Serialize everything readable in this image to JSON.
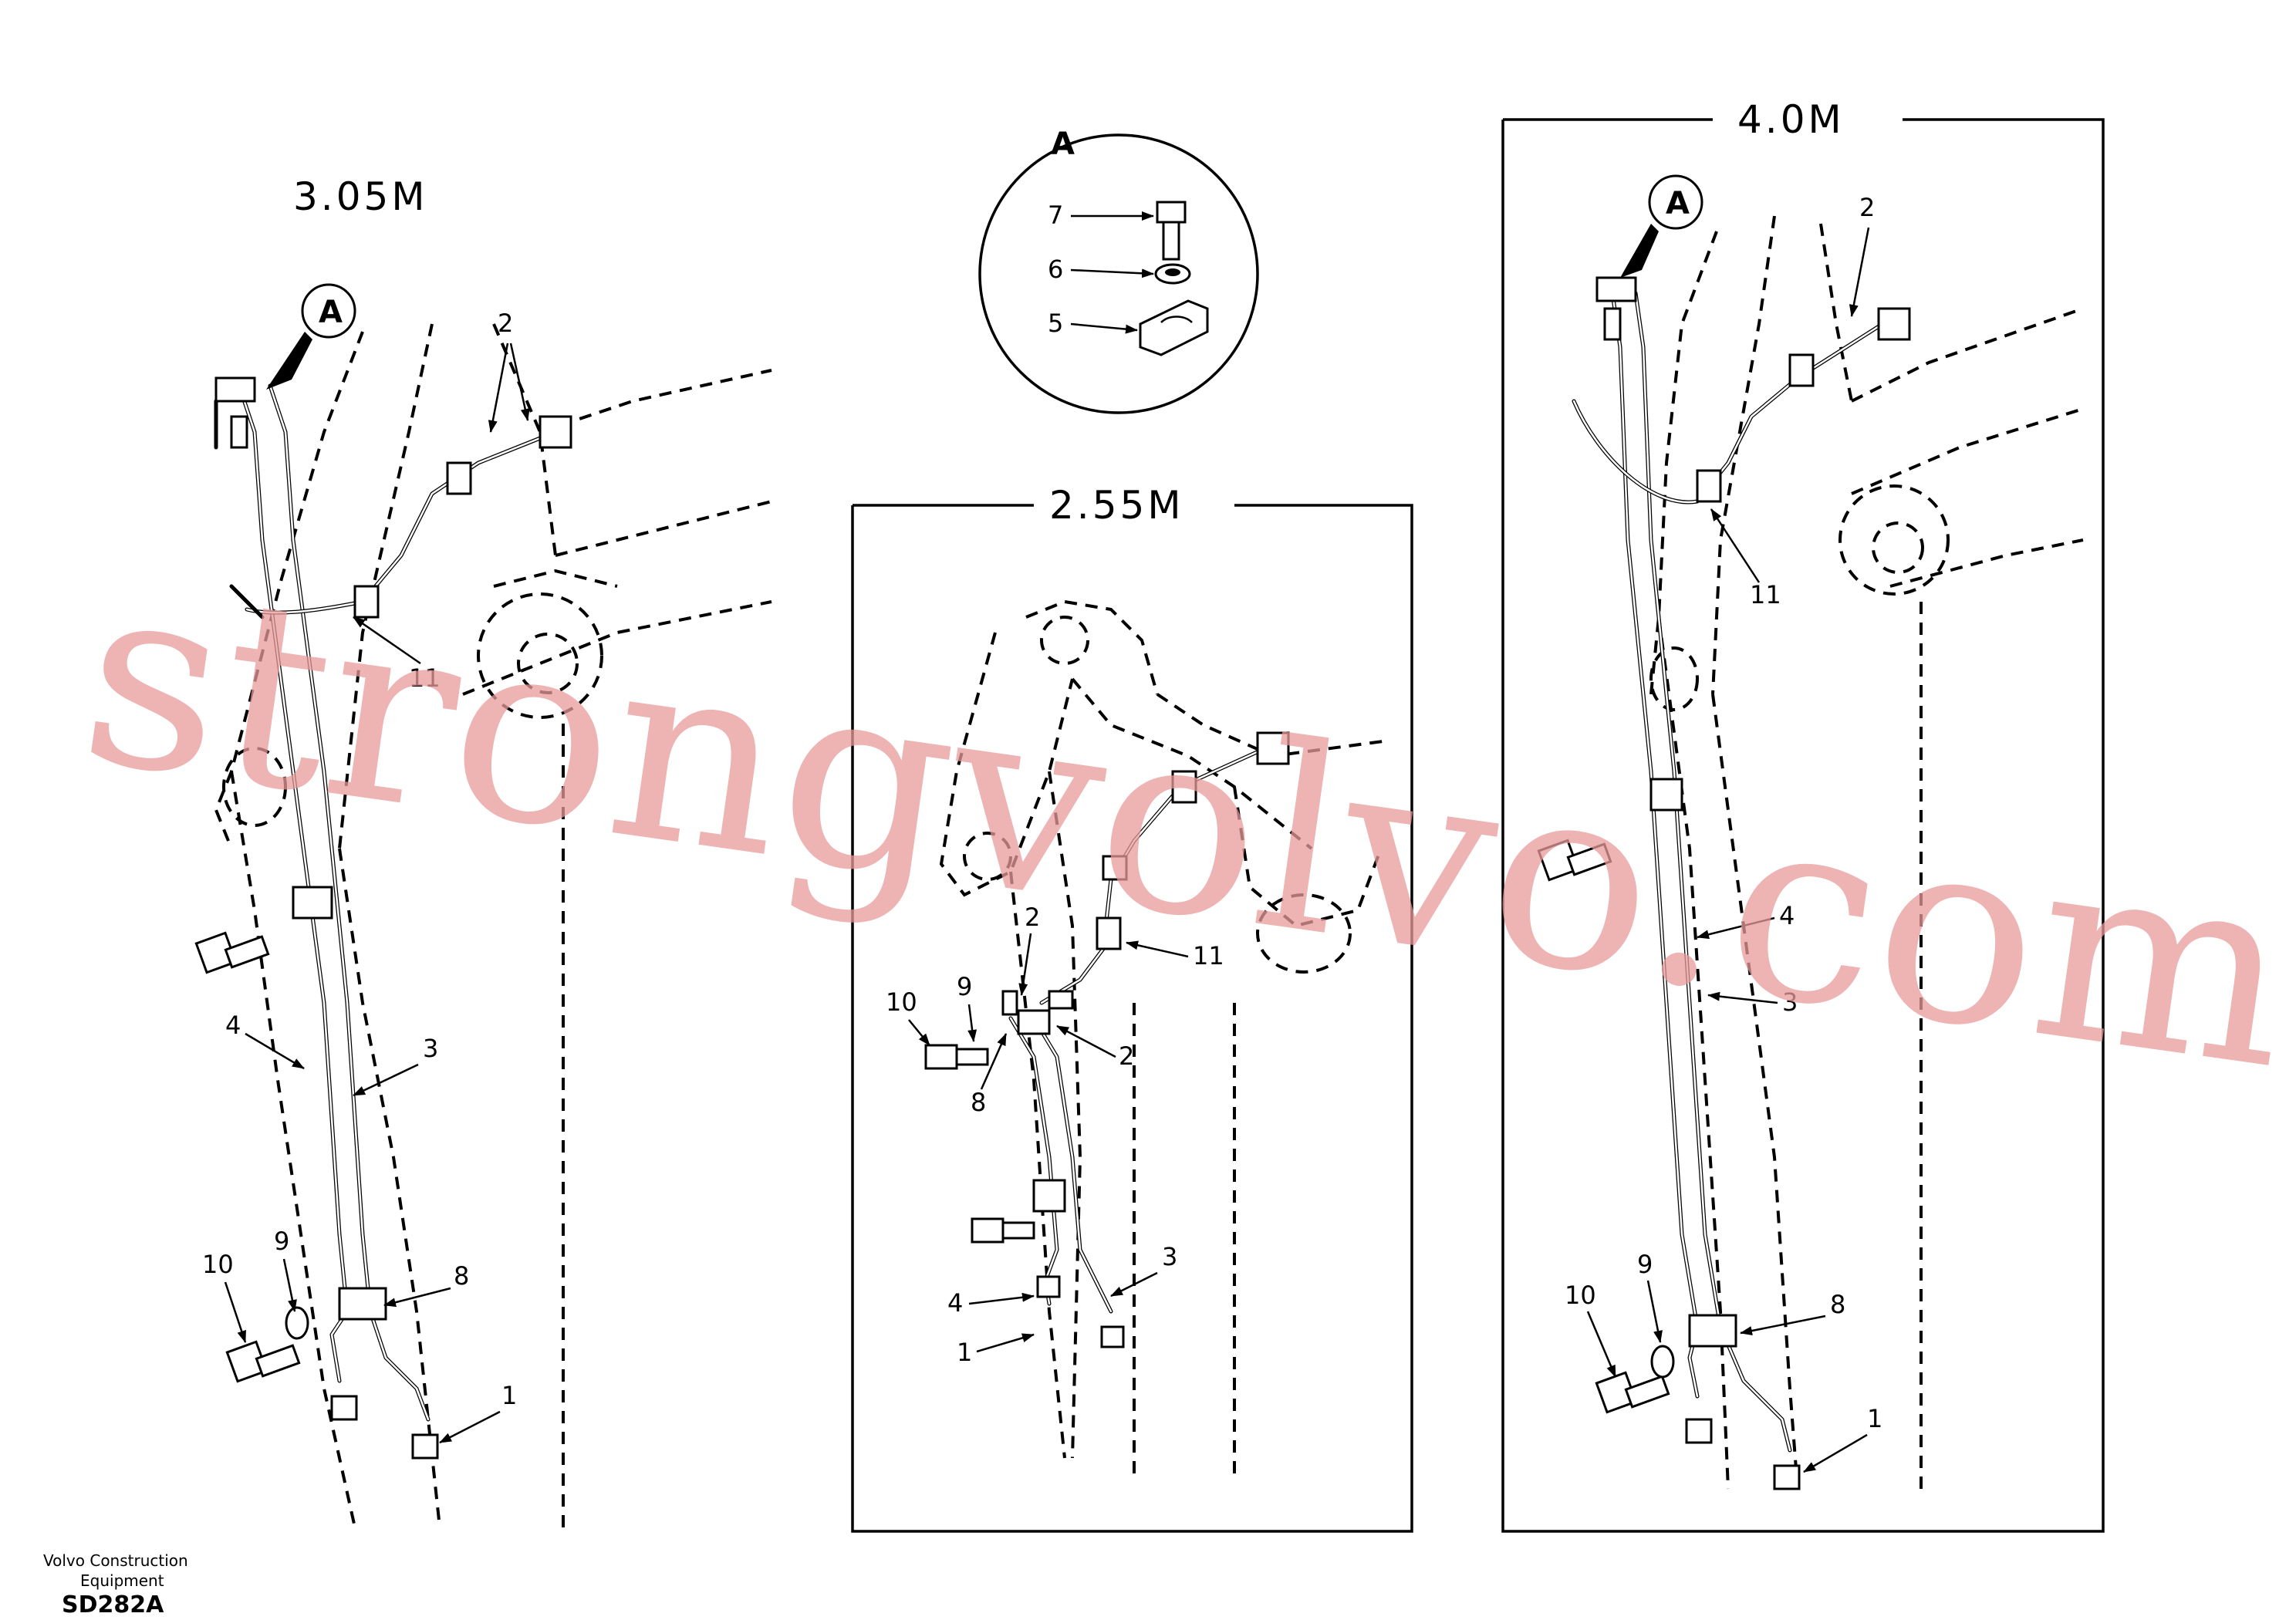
{
  "views": {
    "left": {
      "title": "3.05M"
    },
    "middle": {
      "title": "2.55M"
    },
    "right": {
      "title": "4.0M"
    }
  },
  "detail": {
    "label": "A",
    "items": [
      "7",
      "6",
      "5"
    ]
  },
  "labels": {
    "left": [
      "2",
      "11",
      "4",
      "3",
      "10",
      "9",
      "8",
      "1"
    ],
    "middle": [
      "2",
      "11",
      "10",
      "9",
      "2",
      "8",
      "3",
      "4",
      "1"
    ],
    "right": [
      "2",
      "11",
      "4",
      "3",
      "10",
      "9",
      "8",
      "1"
    ],
    "marker": "A"
  },
  "watermark": "strongvolvo.com",
  "footer": {
    "company_line1": "Volvo Construction",
    "company_line2": "Equipment",
    "code": "SD282A"
  }
}
